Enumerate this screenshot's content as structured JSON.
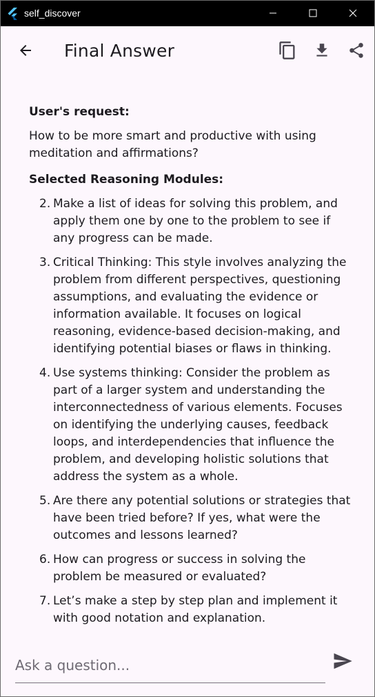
{
  "window": {
    "title": "self_discover"
  },
  "appbar": {
    "title": "Final Answer"
  },
  "content": {
    "request_heading": "User's request:",
    "request_text": "How to be more smart and productive with using meditation and affirmations?",
    "modules_heading": "Selected Reasoning Modules:",
    "modules": [
      {
        "num": "2.",
        "text": "Make a list of ideas for solving this problem, and apply them one by one to the problem to see if any progress can be made."
      },
      {
        "num": "3.",
        "text": "Critical Thinking: This style involves analyzing the problem from different perspectives, questioning assumptions, and evaluating the evidence or information available. It focuses on logical reasoning, evidence-based decision-making, and identifying potential biases or flaws in thinking."
      },
      {
        "num": "4.",
        "text": "Use systems thinking: Consider the problem as part of a larger system and understanding the interconnectedness of various elements. Focuses on identifying the underlying causes, feedback loops, and interdependencies that influence the problem, and developing holistic solutions that address the system as a whole."
      },
      {
        "num": "5.",
        "text": "Are there any potential solutions or strategies that have been tried before? If yes, what were the outcomes and lessons learned?"
      },
      {
        "num": "6.",
        "text": "How can progress or success in solving the problem be measured or evaluated?"
      },
      {
        "num": "7.",
        "text": "Let’s make a step by step plan and implement it with good notation and explanation."
      }
    ]
  },
  "ask": {
    "placeholder": "Ask a question..."
  },
  "icons": {
    "back": "arrow-back-icon",
    "copy": "copy-icon",
    "download": "download-icon",
    "share": "share-icon",
    "send": "send-icon"
  },
  "colors": {
    "background": "#fdf7fd",
    "text": "#1d1b20",
    "titlebar": "#000000"
  }
}
